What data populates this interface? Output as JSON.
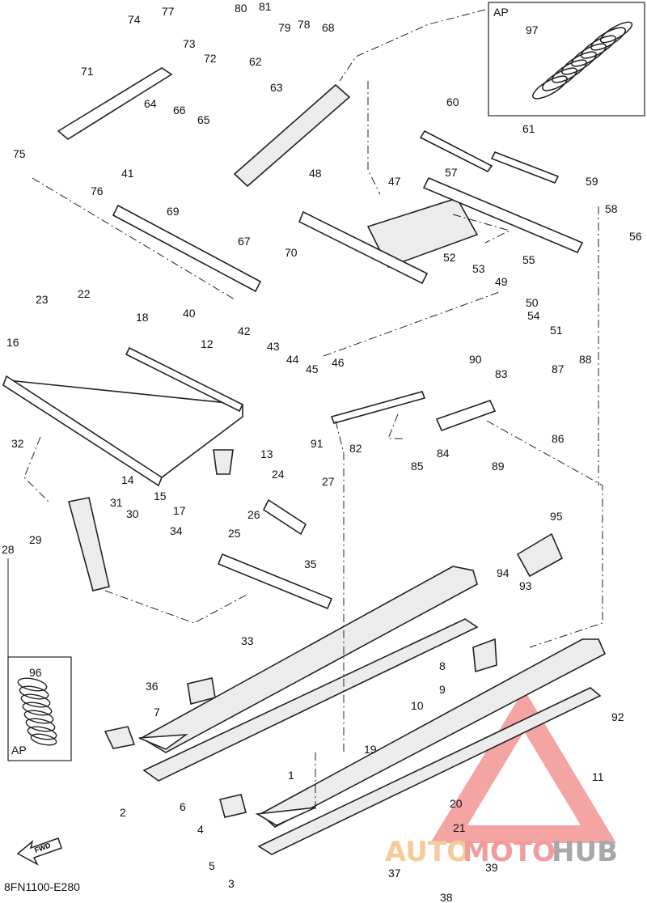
{
  "diagram": {
    "code": "8FN1100-E280",
    "inset_label": "AP",
    "fwd_label": "FWD",
    "callouts": [
      {
        "n": "1"
      },
      {
        "n": "2"
      },
      {
        "n": "3"
      },
      {
        "n": "4"
      },
      {
        "n": "5"
      },
      {
        "n": "6"
      },
      {
        "n": "7"
      },
      {
        "n": "8"
      },
      {
        "n": "9"
      },
      {
        "n": "10"
      },
      {
        "n": "11"
      },
      {
        "n": "12"
      },
      {
        "n": "13"
      },
      {
        "n": "14"
      },
      {
        "n": "15"
      },
      {
        "n": "16"
      },
      {
        "n": "17"
      },
      {
        "n": "18"
      },
      {
        "n": "19"
      },
      {
        "n": "20"
      },
      {
        "n": "21"
      },
      {
        "n": "22"
      },
      {
        "n": "23"
      },
      {
        "n": "24"
      },
      {
        "n": "25"
      },
      {
        "n": "26"
      },
      {
        "n": "27"
      },
      {
        "n": "28"
      },
      {
        "n": "29"
      },
      {
        "n": "30"
      },
      {
        "n": "31"
      },
      {
        "n": "32"
      },
      {
        "n": "33"
      },
      {
        "n": "34"
      },
      {
        "n": "35"
      },
      {
        "n": "36"
      },
      {
        "n": "37"
      },
      {
        "n": "38"
      },
      {
        "n": "39"
      },
      {
        "n": "40"
      },
      {
        "n": "41"
      },
      {
        "n": "42"
      },
      {
        "n": "43"
      },
      {
        "n": "44"
      },
      {
        "n": "45"
      },
      {
        "n": "46"
      },
      {
        "n": "47"
      },
      {
        "n": "48"
      },
      {
        "n": "49"
      },
      {
        "n": "50"
      },
      {
        "n": "51"
      },
      {
        "n": "52"
      },
      {
        "n": "53"
      },
      {
        "n": "54"
      },
      {
        "n": "55"
      },
      {
        "n": "56"
      },
      {
        "n": "57"
      },
      {
        "n": "58"
      },
      {
        "n": "59"
      },
      {
        "n": "60"
      },
      {
        "n": "61"
      },
      {
        "n": "62"
      },
      {
        "n": "63"
      },
      {
        "n": "64"
      },
      {
        "n": "65"
      },
      {
        "n": "66"
      },
      {
        "n": "67"
      },
      {
        "n": "68"
      },
      {
        "n": "69"
      },
      {
        "n": "70"
      },
      {
        "n": "71"
      },
      {
        "n": "72"
      },
      {
        "n": "73"
      },
      {
        "n": "74"
      },
      {
        "n": "75"
      },
      {
        "n": "76"
      },
      {
        "n": "77"
      },
      {
        "n": "78"
      },
      {
        "n": "79"
      },
      {
        "n": "80"
      },
      {
        "n": "81"
      },
      {
        "n": "82"
      },
      {
        "n": "83"
      },
      {
        "n": "84"
      },
      {
        "n": "85"
      },
      {
        "n": "86"
      },
      {
        "n": "87"
      },
      {
        "n": "88"
      },
      {
        "n": "89"
      },
      {
        "n": "90"
      },
      {
        "n": "91"
      },
      {
        "n": "92"
      },
      {
        "n": "93"
      },
      {
        "n": "94"
      },
      {
        "n": "95"
      },
      {
        "n": "96"
      },
      {
        "n": "97"
      }
    ]
  },
  "watermark": {
    "auto": "AUTO",
    "moto": "MOTO",
    "hub": "HUB",
    "colors": {
      "auto": "#f3c28a",
      "moto": "#f08a8a",
      "hub": "#9a9a9a",
      "triangle": "#f07070"
    }
  }
}
